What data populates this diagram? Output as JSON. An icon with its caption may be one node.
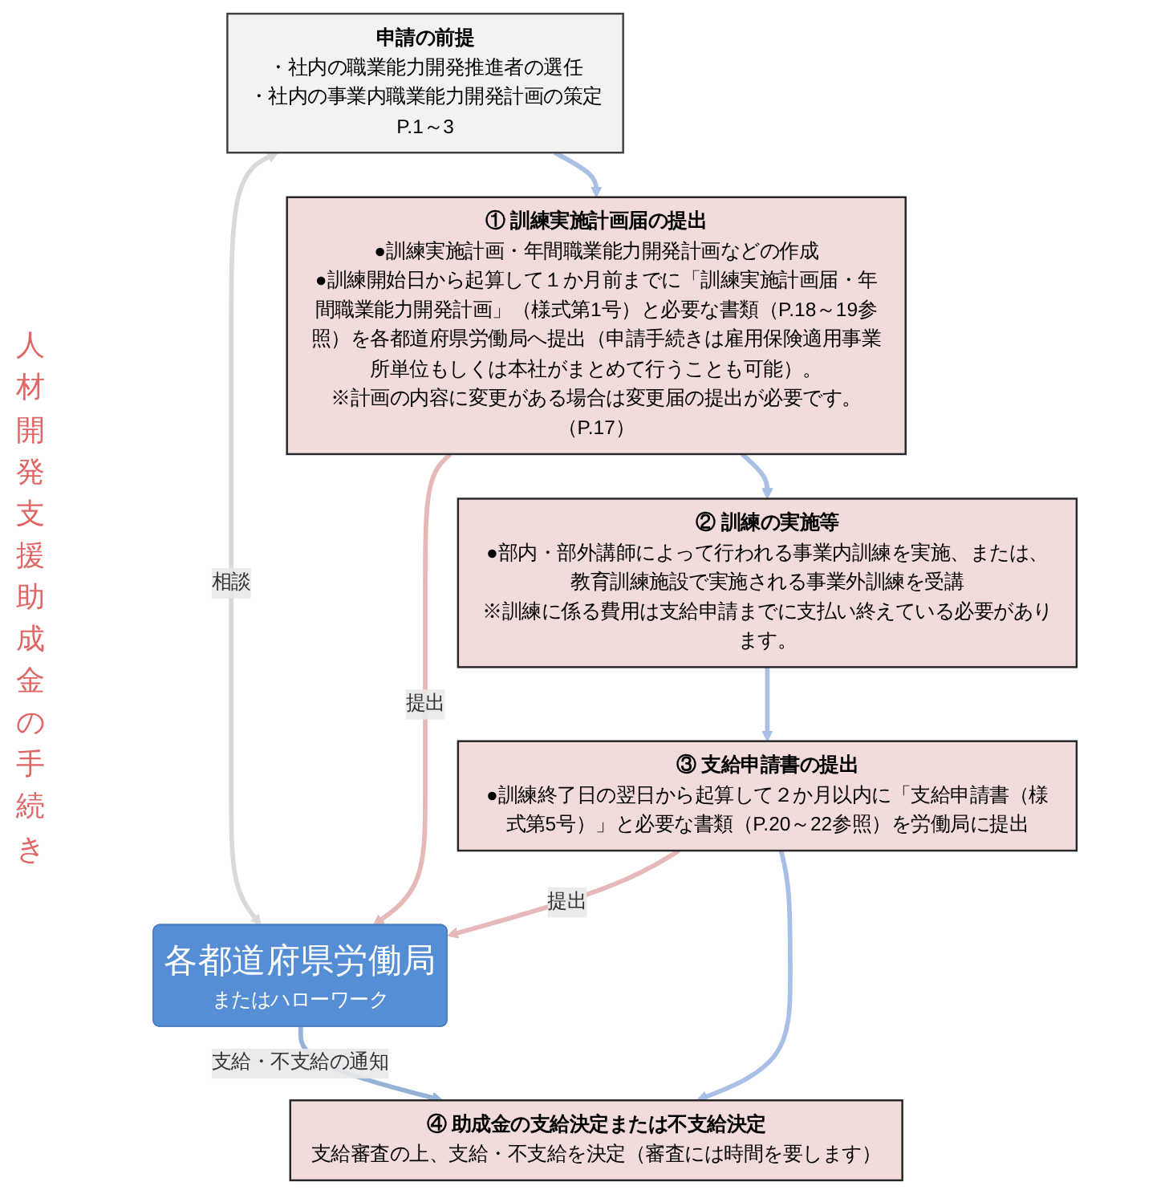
{
  "diagram": {
    "nodes": [
      {
        "text": [
          "申請の前提",
          "・社内の職業能力開発推進者の選任",
          "・社内の事業内職業能力開発計画の策定",
          "P.1～3"
        ]
      },
      {
        "text": [
          "① 訓練実施計画届の提出",
          "●訓練実施計画・年間職業能力開発計画などの作成",
          "●訓練開始日から起算して１か月前までに「訓練実施計画届・年間職業能力開発計画」（様式第1号）と必要な書類（P.18～19参照）を各都道府県労働局へ提出（申請手続きは雇用保険適用事業所単位もしくは本社がまとめて行うことも可能）。",
          "※計画の内容に変更がある場合は変更届の提出が必要です。（P.17）"
        ]
      },
      {
        "text": [
          "② 訓練の実施等",
          "●部内・部外講師によって行われる事業内訓練を実施、または、教育訓練施設で実施される事業外訓練を受講",
          "※訓練に係る費用は支給申請までに支払い終えている必要があります。"
        ]
      },
      {
        "text": [
          "③ 支給申請書の提出",
          "●訓練終了日の翌日から起算して２か月以内に「支給申請書（様式第5号）」と必要な書類（P.20～22参照）を労働局に提出"
        ]
      },
      {
        "text": [
          "④ 助成金の支給決定または不支給決定",
          "支給審査の上、支給・不支給を決定（審査には時間を要します）"
        ]
      },
      {
        "text": [
          "各都道府県労働局",
          "またはハローワーク"
        ]
      }
    ],
    "edges": [
      {
        "from": 0,
        "to": 5,
        "arrow": "both",
        "label": "相談",
        "color": "#d9d9d9"
      },
      {
        "from": 0,
        "to": 1,
        "arrow": "to"
      },
      {
        "from": 1,
        "to": 5,
        "arrow": "to",
        "label": "提出",
        "color": "#e6b9b8"
      },
      {
        "from": 1,
        "to": 2,
        "arrow": "to"
      },
      {
        "from": 2,
        "to": 3,
        "arrow": "to"
      },
      {
        "from": 3,
        "to": 5,
        "arrow": "to",
        "label": "提出",
        "color": "#e6b9b8"
      },
      {
        "from": 3,
        "to": 4,
        "arrow": "to"
      },
      {
        "from": 5,
        "to": 4,
        "arrow": "to",
        "label": "支給・不支給の通知",
        "color": "#95b3d7"
      }
    ],
    "labels": [
      "人材開発支援助成金の手続き"
    ]
  }
}
